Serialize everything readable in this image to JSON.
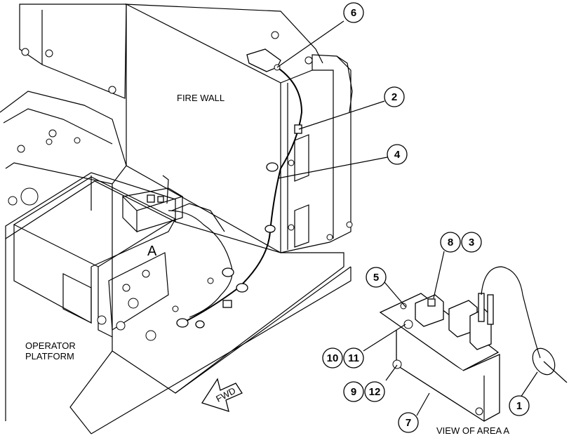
{
  "labels": {
    "fire_wall": "FIRE WALL",
    "operator_line1": "OPERATOR",
    "operator_line2": "PLATFORM",
    "area_a": "A",
    "fwd": "FWD",
    "view_of_area": "VIEW OF AREA A"
  },
  "callouts": [
    "6",
    "2",
    "4",
    "8",
    "3",
    "5",
    "10",
    "11",
    "9",
    "12",
    "7",
    "1"
  ]
}
